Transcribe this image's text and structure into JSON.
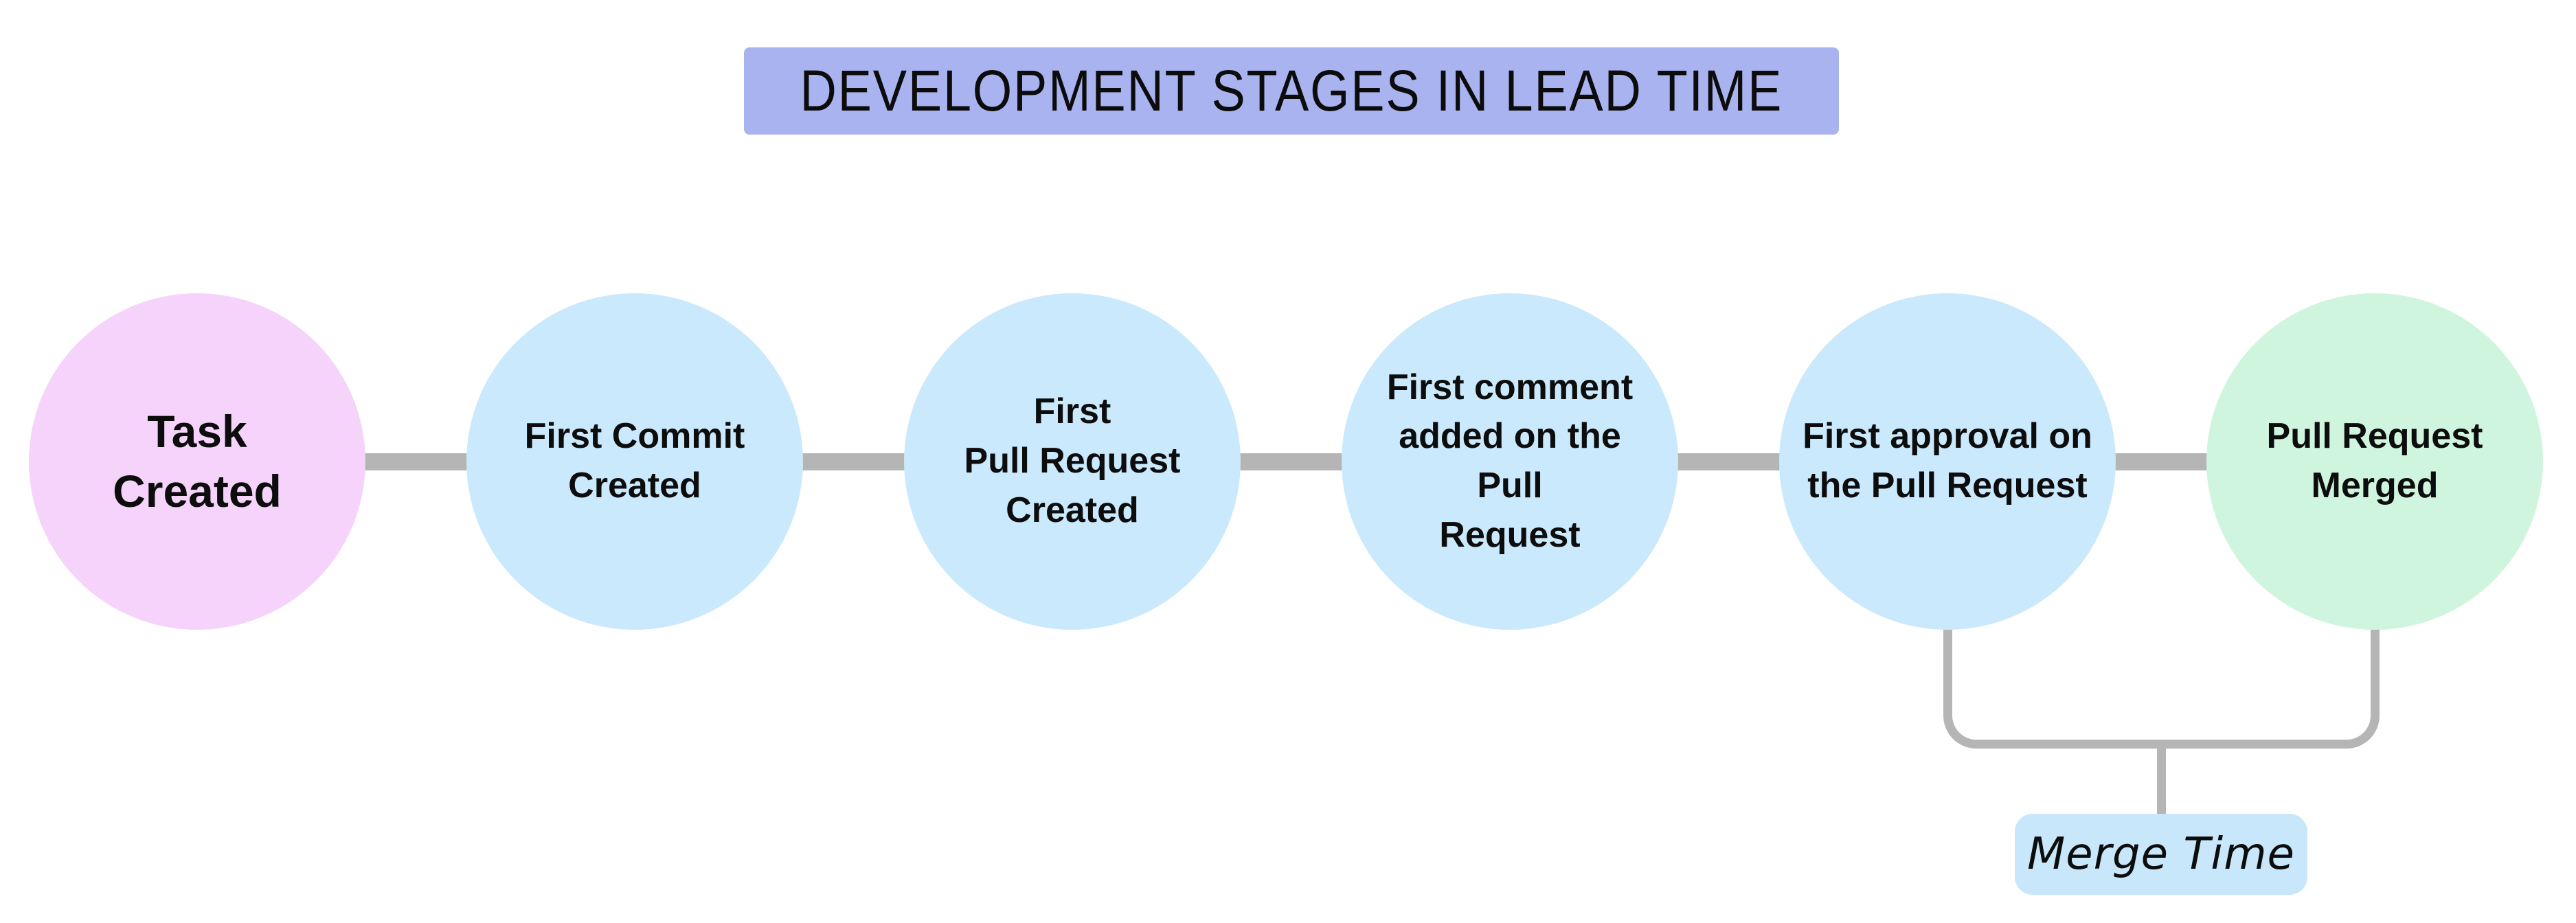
{
  "title": {
    "label": "DEVELOPMENT STAGES IN LEAD TIME",
    "bg": "#a9b3f0"
  },
  "stages": [
    {
      "label": "Task\nCreated",
      "color": "#f5d3fa"
    },
    {
      "label": "First Commit\nCreated",
      "color": "#cbe9fc"
    },
    {
      "label": "First\nPull Request\nCreated",
      "color": "#cbe9fc"
    },
    {
      "label": "First comment\nadded on the Pull\nRequest",
      "color": "#cbe9fc"
    },
    {
      "label": "First approval on\nthe Pull Request",
      "color": "#cbe9fc"
    },
    {
      "label": "Pull Request\nMerged",
      "color": "#d0f5de"
    }
  ],
  "connector": {
    "color": "#b5b5b5"
  },
  "bracket": {
    "label": "Merge Time",
    "bg": "#c8e7fb",
    "line_color": "#b5b5b5",
    "connects": [
      "First approval on the Pull Request",
      "Pull Request Merged"
    ]
  }
}
